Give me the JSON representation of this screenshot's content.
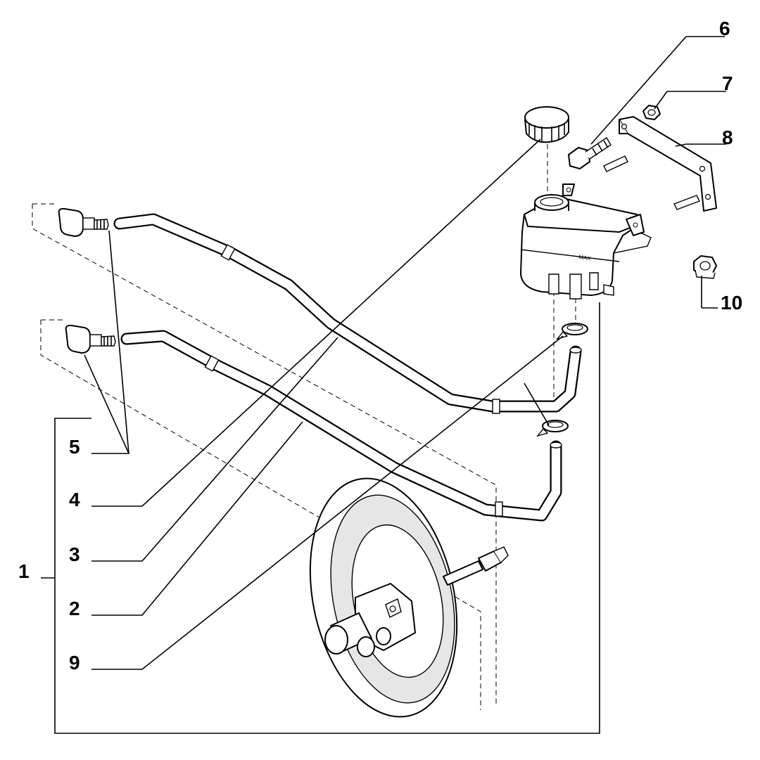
{
  "callouts": [
    {
      "id": "6",
      "label": "6"
    },
    {
      "id": "7",
      "label": "7"
    },
    {
      "id": "8",
      "label": "8"
    },
    {
      "id": "10",
      "label": "10"
    },
    {
      "id": "5",
      "label": "5"
    },
    {
      "id": "4",
      "label": "4"
    },
    {
      "id": "3",
      "label": "3"
    },
    {
      "id": "1",
      "label": "1"
    },
    {
      "id": "2",
      "label": "2"
    },
    {
      "id": "9",
      "label": "9"
    }
  ],
  "reservoir_marking": "MAX",
  "colors": {
    "line": "#000000",
    "background": "#ffffff",
    "shade": "#e6e6e6"
  }
}
